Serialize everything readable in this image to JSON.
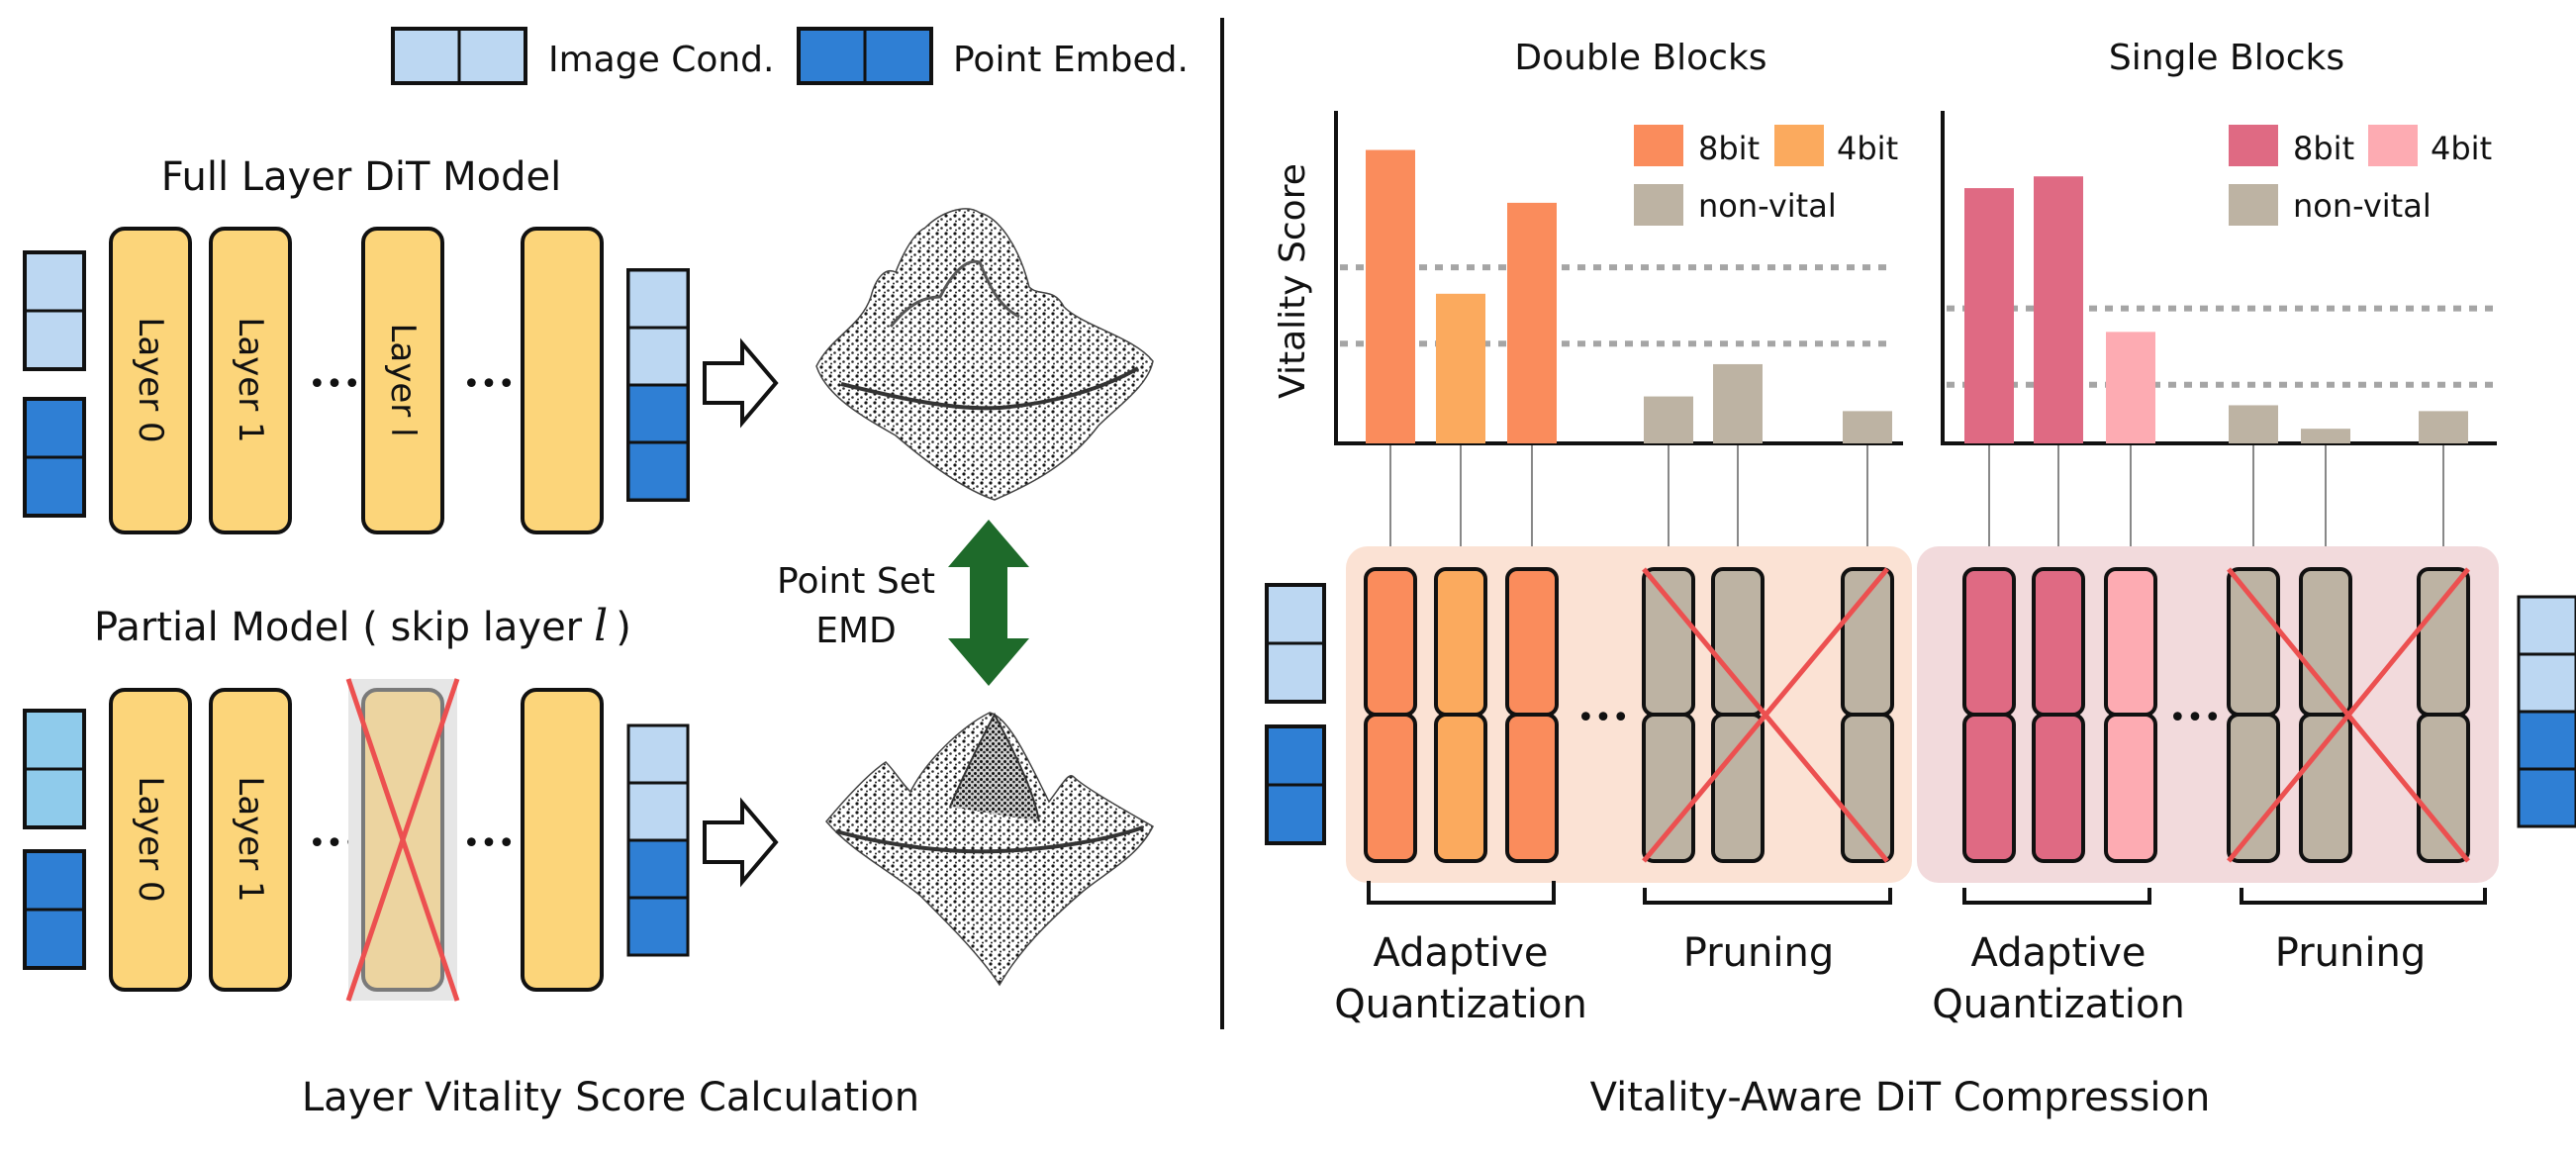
{
  "legend": {
    "image_cond": "Image Cond.",
    "point_embed": "Point Embed."
  },
  "left_panel": {
    "full_model_title": "Full Layer DiT Model",
    "partial_model_title": "Partial Model ( skip layer",
    "partial_model_var": "l",
    "partial_model_close": ")",
    "layers_full": [
      "Layer 0",
      "Layer 1",
      "Layer l"
    ],
    "layers_partial": [
      "Layer 0",
      "Layer 1"
    ],
    "dots": "•••",
    "metric_line1": "Point Set",
    "metric_line2": "EMD",
    "caption": "Layer Vitality Score Calculation"
  },
  "right_panel": {
    "caption": "Vitality-Aware DiT Compression",
    "ylabel": "Vitality Score",
    "group_labels": {
      "quant_line1": "Adaptive",
      "quant_line2": "Quantization",
      "prune": "Pruning"
    }
  },
  "chart_data": [
    {
      "type": "bar",
      "title": "Double Blocks",
      "ylabel": "Vitality Score",
      "legend": [
        "8bit",
        "4bit",
        "non-vital"
      ],
      "legend_colors": {
        "8bit": "#fa8c5c",
        "4bit": "#fbaa5e",
        "non-vital": "#bdb3a3"
      },
      "values": [
        1.0,
        0.51,
        0.82,
        0.16,
        0.27,
        0.11
      ],
      "classes": [
        "8bit",
        "4bit",
        "8bit",
        "non-vital",
        "non-vital",
        "non-vital"
      ],
      "thresholds": [
        0.6,
        0.34
      ],
      "ylim": [
        0,
        1.13
      ]
    },
    {
      "type": "bar",
      "title": "Single Blocks",
      "ylabel": "",
      "legend": [
        "8bit",
        "4bit",
        "non-vital"
      ],
      "legend_colors": {
        "8bit": "#df6a83",
        "4bit": "#fdabb2",
        "non-vital": "#bdb3a3"
      },
      "values": [
        0.87,
        0.91,
        0.38,
        0.13,
        0.05,
        0.11
      ],
      "classes": [
        "8bit",
        "8bit",
        "4bit",
        "non-vital",
        "non-vital",
        "non-vital"
      ],
      "thresholds": [
        0.46,
        0.2
      ],
      "ylim": [
        0,
        1.13
      ]
    }
  ]
}
